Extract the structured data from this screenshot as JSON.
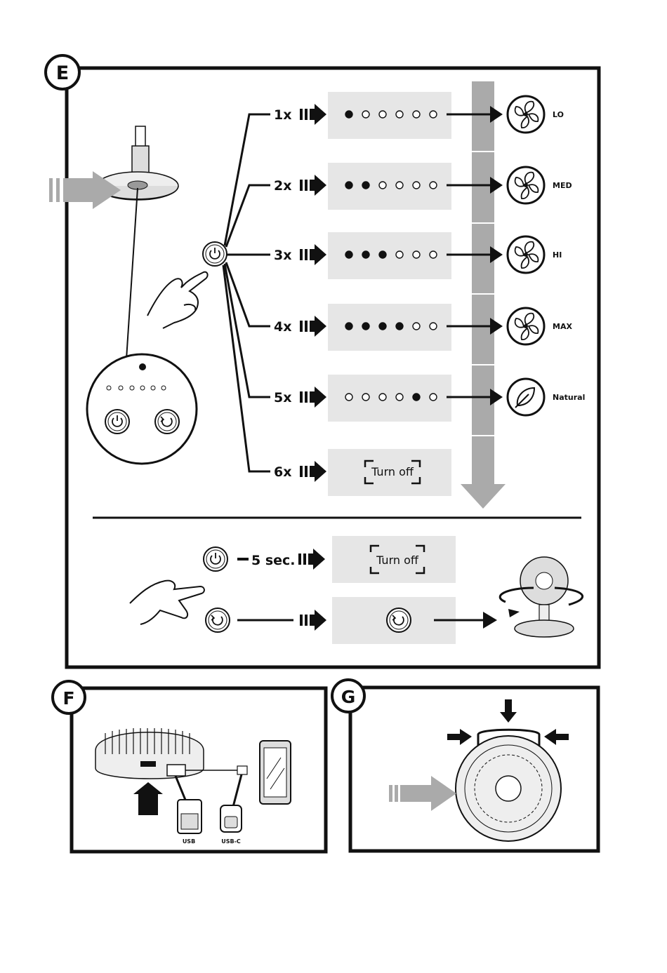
{
  "panels": {
    "e": {
      "label": "E"
    },
    "f": {
      "label": "F"
    },
    "g": {
      "label": "G"
    }
  },
  "steps": [
    {
      "count": "1x",
      "dots": [
        1,
        0,
        0,
        0,
        0,
        0
      ],
      "mode": "LO",
      "icon": "fan-icon"
    },
    {
      "count": "2x",
      "dots": [
        1,
        1,
        0,
        0,
        0,
        0
      ],
      "mode": "MED",
      "icon": "fan-icon"
    },
    {
      "count": "3x",
      "dots": [
        1,
        1,
        1,
        0,
        0,
        0
      ],
      "mode": "HI",
      "icon": "fan-icon"
    },
    {
      "count": "4x",
      "dots": [
        1,
        1,
        1,
        1,
        0,
        0
      ],
      "mode": "MAX",
      "icon": "fan-icon"
    },
    {
      "count": "5x",
      "dots": [
        0,
        0,
        0,
        0,
        1,
        0
      ],
      "mode": "Natural",
      "icon": "leaf-icon"
    },
    {
      "count": "6x",
      "dots": null,
      "text": "Turn off"
    }
  ],
  "hold": {
    "duration": "5 sec.",
    "result": "Turn off"
  },
  "ports": {
    "usb": "USB",
    "usbc": "USB-C"
  }
}
